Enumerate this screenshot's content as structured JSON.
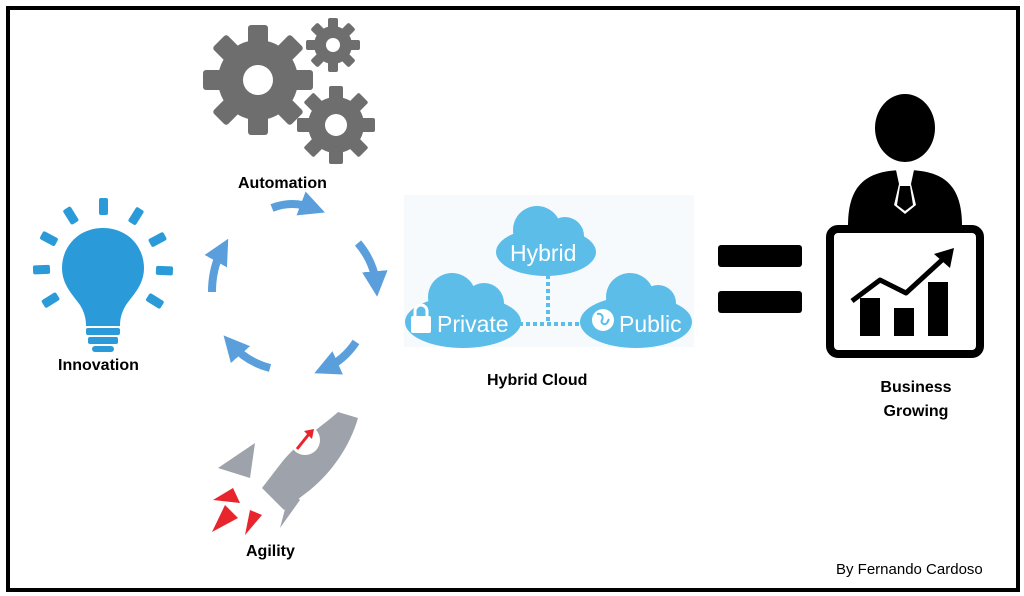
{
  "labels": {
    "automation": "Automation",
    "innovation": "Innovation",
    "agility": "Agility",
    "hybrid_cloud": "Hybrid Cloud",
    "business_line1": "Business",
    "business_line2": "Growing"
  },
  "cloud": {
    "hybrid": "Hybrid",
    "private": "Private",
    "public": "Public"
  },
  "credit": "By Fernando Cardoso",
  "icons": [
    "gears-icon",
    "lightbulb-icon",
    "rocket-icon",
    "cycle-arrows-icon",
    "hybrid-cloud-icon",
    "lock-icon",
    "globe-icon",
    "equals-icon",
    "businessman-icon",
    "growth-chart-icon"
  ],
  "colors": {
    "gear": "#6e6e6e",
    "bulb": "#2a9bd8",
    "arrow": "#5a9fdc",
    "cloud": "#5bbde8",
    "rocket": "#9ea3ab",
    "flame": "#e8242c",
    "black": "#000000"
  }
}
